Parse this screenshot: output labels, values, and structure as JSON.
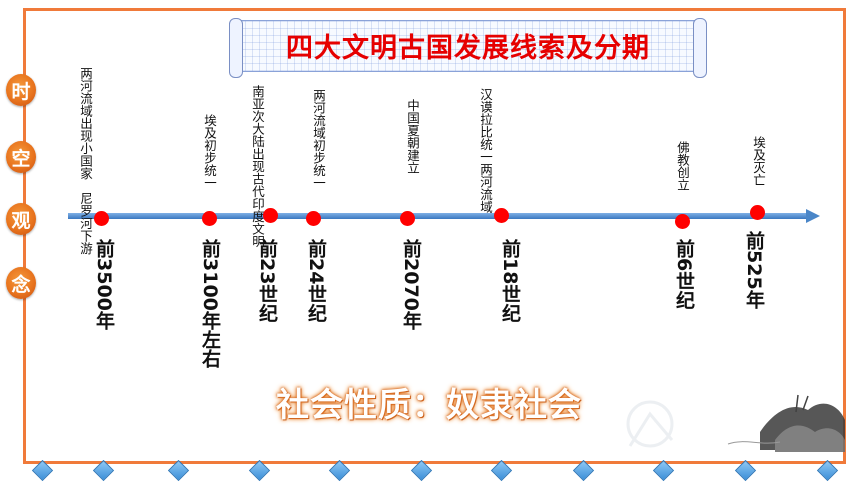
{
  "title": "四大文明古国发展线索及分期",
  "side_labels": [
    "时",
    "空",
    "观",
    "念"
  ],
  "events": [
    {
      "text": "两河流域出现小国家　尼罗河下游",
      "date": "前3500年"
    },
    {
      "text": "埃及初步统一",
      "date": "前3100年左右"
    },
    {
      "text": "南亚次大陆出现古代印度文明",
      "date": "前23世纪"
    },
    {
      "text": "两河流域初步统一",
      "date": "前24世纪"
    },
    {
      "text": "中国夏朝建立",
      "date": "前2070年"
    },
    {
      "text": "汉谟拉比统一两河流域",
      "date": "前18世纪"
    },
    {
      "text": "佛教创立",
      "date": "前6世纪"
    },
    {
      "text": "埃及灭亡",
      "date": "前525年"
    }
  ],
  "society": "社会性质：奴隶社会",
  "colors": {
    "accent": "#f07a3a",
    "dot": "#ff0000",
    "axis": "#4a86c8",
    "title": "#e60000"
  }
}
